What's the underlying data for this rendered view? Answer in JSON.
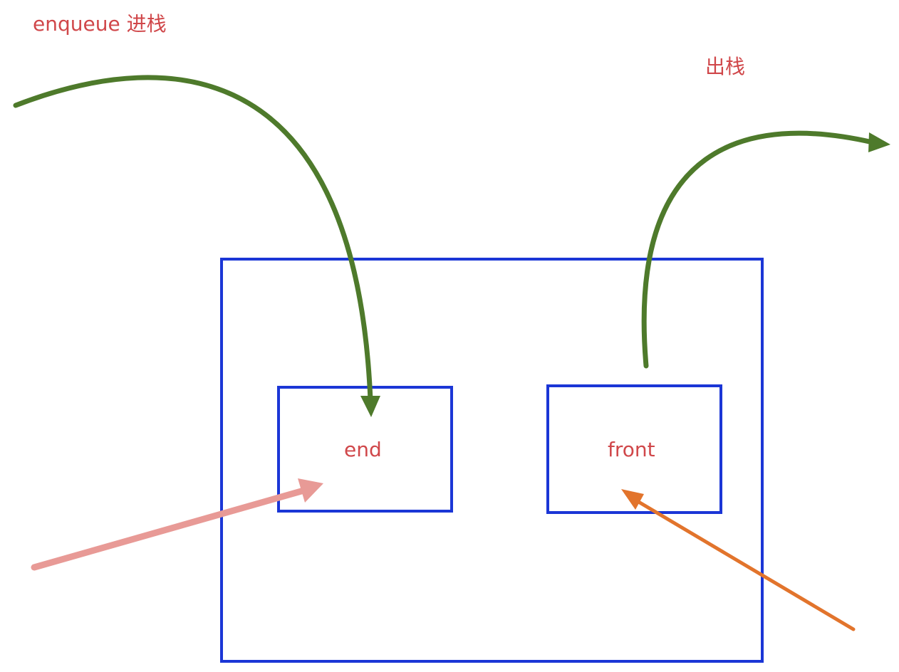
{
  "labels": {
    "enqueue": "enqueue 进栈",
    "dequeue": "出栈",
    "end": "end",
    "front": "front"
  },
  "colors": {
    "label_text": "#d0474a",
    "box_border": "#1b36d6",
    "green_arrow": "#4e7a2b",
    "pink_arrow": "#e89a96",
    "orange_arrow": "#e2742c"
  }
}
